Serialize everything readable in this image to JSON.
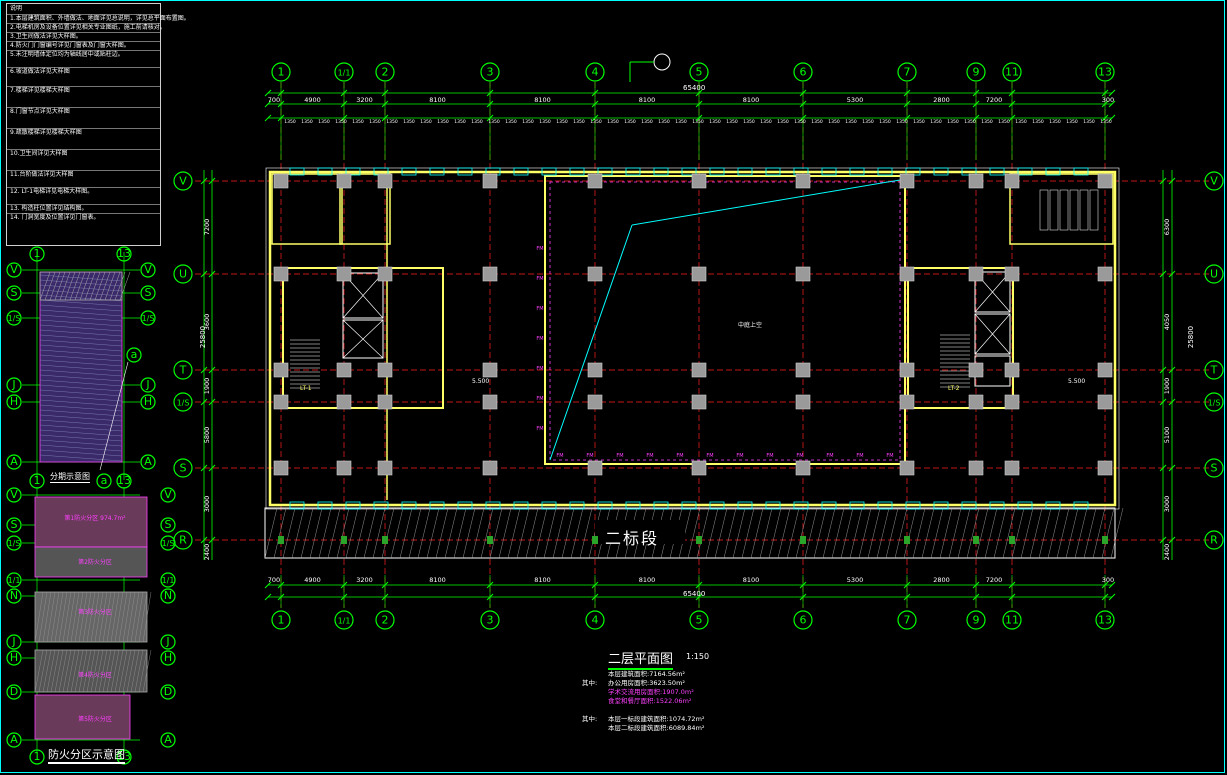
{
  "colors": {
    "background": "#000000",
    "grid": "#ff2020",
    "axis": "#00ff00",
    "wall": "#ffff66",
    "dimension": "#00ff00",
    "magenta": "#ff40ff",
    "cyan": "#00ffff"
  },
  "notes": {
    "header": "说明",
    "items": [
      "1.本层建筑面积、外墙做法、地面详见总说明，详见总平面布置图。",
      "2.电梯机房及设备位置详见相关专业图纸，施工前请核对。",
      "3.卫生间做法详见大样图。",
      "4.防火门门窗编号详见门窗表及门窗大样图。",
      "5.未注明墙体定位均为轴线居中或贴柱边。",
      "6.坡道做法详见大样图",
      "7.楼梯详见楼梯大样图",
      "8.门窗节点详见大样图",
      "9.疏散楼梯详见楼梯大样图",
      "10.卫生间详见大样图",
      "11.台阶做法详见大样图",
      "12. LT-1电梯详见电梯大样图。",
      "13. 构造柱位置详见结构图。",
      "14. 门洞宽度及位置详见门窗表。"
    ]
  },
  "axes": {
    "top_numbers": [
      "1",
      "1/1",
      "2",
      "3",
      "4",
      "5",
      "6",
      "7",
      "9",
      "11",
      "13"
    ],
    "left_letters": [
      "V",
      "U",
      "T",
      "1/S",
      "S",
      "R"
    ],
    "right_letters": [
      "V",
      "U",
      "T",
      "1/S",
      "S",
      "R"
    ]
  },
  "dimensions": {
    "total": "65400",
    "top_segments": [
      "700",
      "4900",
      "3200",
      "8100",
      "8100",
      "8100",
      "8100",
      "5300",
      "2800",
      "7200",
      "300"
    ],
    "bottom_segments": [
      "700",
      "4900",
      "3200",
      "8100",
      "8100",
      "8100",
      "8100",
      "5300",
      "2800",
      "7200",
      "300"
    ],
    "left_segments": [
      "7200",
      "3600",
      "1900",
      "5800",
      "3000",
      "2400"
    ],
    "left_total": "25800",
    "right_segments": [
      "6300",
      "4050",
      "1900",
      "5100",
      "3000",
      "2400"
    ],
    "right_total": "25800"
  },
  "labels": {
    "section_band": "二标段",
    "level_main": "5.500",
    "level_right": "5.500",
    "stair_left": "LT-1",
    "stair_right": "LT-2",
    "atrium": "中庭上空"
  },
  "title": {
    "main": "二层平面图",
    "scale": "1:150"
  },
  "area_stats": [
    {
      "prefix": "",
      "text": "本层建筑面积:7164.56m²",
      "color": "#ffffff"
    },
    {
      "prefix": "其中:",
      "text": "办公用房面积:3623.50m²",
      "color": "#ffffff"
    },
    {
      "prefix": "",
      "text": "学术交流用房面积:1907.0m²",
      "color": "#ff40ff"
    },
    {
      "prefix": "",
      "text": "食堂和餐厅面积:1522.06m²",
      "color": "#ff40ff"
    },
    {
      "prefix": "其中:",
      "text": "本层一标段建筑面积:1074.72m²",
      "color": "#ffffff"
    },
    {
      "prefix": "",
      "text": "本层二标段建筑面积:6089.84m²",
      "color": "#ffffff"
    }
  ],
  "legend": {
    "upper_caption": "分期示意图",
    "lower_caption": "防火分区示意图",
    "upper_axes_left": [
      "V",
      "S",
      "1/S",
      "J",
      "H",
      "A"
    ],
    "lower_axes_left": [
      "V",
      "S",
      "1/S",
      "1/1",
      "N",
      "J",
      "H",
      "D",
      "A"
    ],
    "top_left_num": "1",
    "top_right_num": "13",
    "zone_a": "a",
    "fire_zones": [
      "第1防火分区 974.7m²",
      "第2防火分区",
      "第3防火分区",
      "第4防火分区",
      "第5防火分区"
    ]
  }
}
